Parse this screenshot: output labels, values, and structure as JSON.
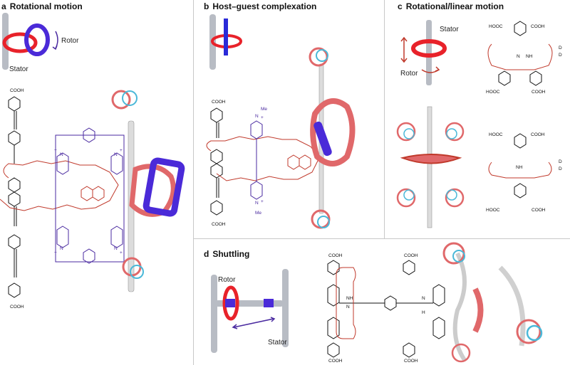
{
  "panels": {
    "a": {
      "letter": "a",
      "title": "Rotational motion",
      "rotor": "Rotor",
      "stator": "Stator",
      "labels": {
        "cooh_top": "COOH",
        "cooh_bottom": "COOH",
        "n1": "N",
        "n2": "N",
        "n3": "N",
        "n4": "N",
        "plus1": "+",
        "plus2": "+",
        "plus3": "+",
        "plus4": "+"
      }
    },
    "b": {
      "letter": "b",
      "title": "Host–guest complexation",
      "labels": {
        "cooh_top": "COOH",
        "cooh_bottom": "COOH",
        "me_top": "Me",
        "me_bottom": "Me",
        "n_top": "N",
        "n_bottom": "N",
        "plus_top": "+",
        "plus_bottom": "+"
      }
    },
    "c": {
      "letter": "c",
      "title": "Rotational/linear motion",
      "stator": "Stator",
      "rotor": "Rotor",
      "labels": {
        "hooc1": "HOOC",
        "cooh1": "COOH",
        "hooc2": "HOOC",
        "cooh2": "COOH",
        "hooc3": "HOOC",
        "cooh3": "COOH",
        "hooc4": "HOOC",
        "cooh4": "COOH",
        "nh": "NH",
        "nh2": "NH",
        "n": "N",
        "d1": "D",
        "d2": "D",
        "d3": "D",
        "d4": "D"
      }
    },
    "d": {
      "letter": "d",
      "title": "Shuttling",
      "rotor": "Rotor",
      "stator": "Stator",
      "labels": {
        "cooh1": "COOH",
        "cooh2": "COOH",
        "cooh3": "COOH",
        "cooh4": "COOH",
        "nh1": "NH",
        "nh2": "H",
        "n1": "N",
        "n2": "N"
      }
    }
  },
  "colors": {
    "rotor_red": "#e8222a",
    "rotor_blue": "#4a2ad8",
    "stator_grey": "#b8bcc4",
    "crown_red": "#c0392b",
    "box_purple": "#4a2aa0",
    "ribbon_pink": "#e0686a",
    "cyan": "#4ab8d8"
  }
}
